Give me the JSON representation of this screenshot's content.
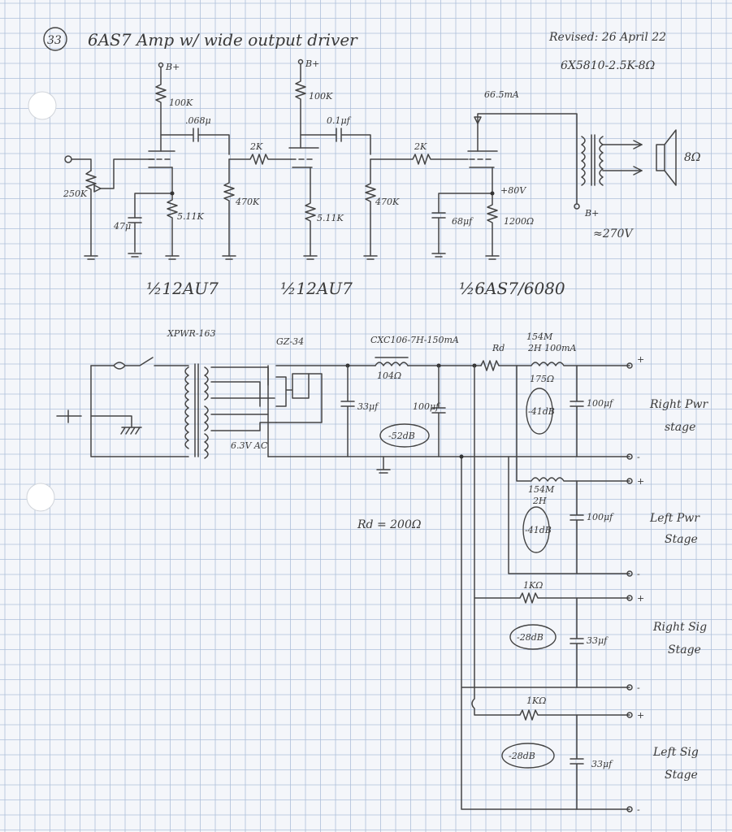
{
  "header": {
    "sheet_number": "33",
    "title": "6AS7 Amp w/ wide output driver",
    "revised": "Revised: 26 April 22",
    "transformer_code": "6X5810-2.5K-8Ω"
  },
  "amp": {
    "bplus_1": "B+",
    "bplus_2": "B+",
    "r_plate_1": "100K",
    "r_plate_2": "100K",
    "c_couple_1": ".068μ",
    "c_couple_2": "0.1μf",
    "r_grid_stop_1": "2K",
    "r_grid_stop_2": "2K",
    "r_input_pot": "250K",
    "c_cathode_1": "47μ",
    "r_cathode_1": "5.11K",
    "r_grid_leak_1": "470K",
    "r_cathode_2": "5.11K",
    "r_grid_leak_2": "470K",
    "out_current": "66.5mA",
    "out_cathode_voltage": "+80V",
    "c_out_cathode": "68μf",
    "r_out_cathode": "1200Ω",
    "speaker": "8Ω",
    "out_bplus": "B+",
    "out_bplus_voltage": "≈270V",
    "tube_label_1": "½12AU7",
    "tube_label_2": "½12AU7",
    "tube_label_3": "½6AS7/6080"
  },
  "psu": {
    "transformer": "XPWR-163",
    "rectifier": "GZ-34",
    "choke": "CXC106-7H-150mA",
    "choke_resistance": "104Ω",
    "c_first": "33μf",
    "c_second": "100μf",
    "atten_main": "-52dB",
    "rd_label": "Rd",
    "rd_value": "Rd = 200Ω",
    "heater": "6.3V AC",
    "right_pwr": {
      "choke": "154M",
      "choke_rating": "2H 100mA",
      "resistance": "175Ω",
      "atten": "-41dB",
      "cap": "100μf",
      "label_line1": "Right Pwr",
      "label_line2": "stage"
    },
    "left_pwr": {
      "choke": "154M",
      "choke_rating": "2H",
      "atten": "-41dB",
      "cap": "100μf",
      "label_line1": "Left Pwr",
      "label_line2": "Stage"
    },
    "right_sig": {
      "resistor": "1KΩ",
      "atten": "-28dB",
      "cap": "33μf",
      "label_line1": "Right Sig",
      "label_line2": "Stage"
    },
    "left_sig": {
      "resistor": "1KΩ",
      "atten": "-28dB",
      "cap": "33μf",
      "label_line1": "Left Sig",
      "label_line2": "Stage"
    },
    "plus": "+",
    "minus": "-"
  }
}
